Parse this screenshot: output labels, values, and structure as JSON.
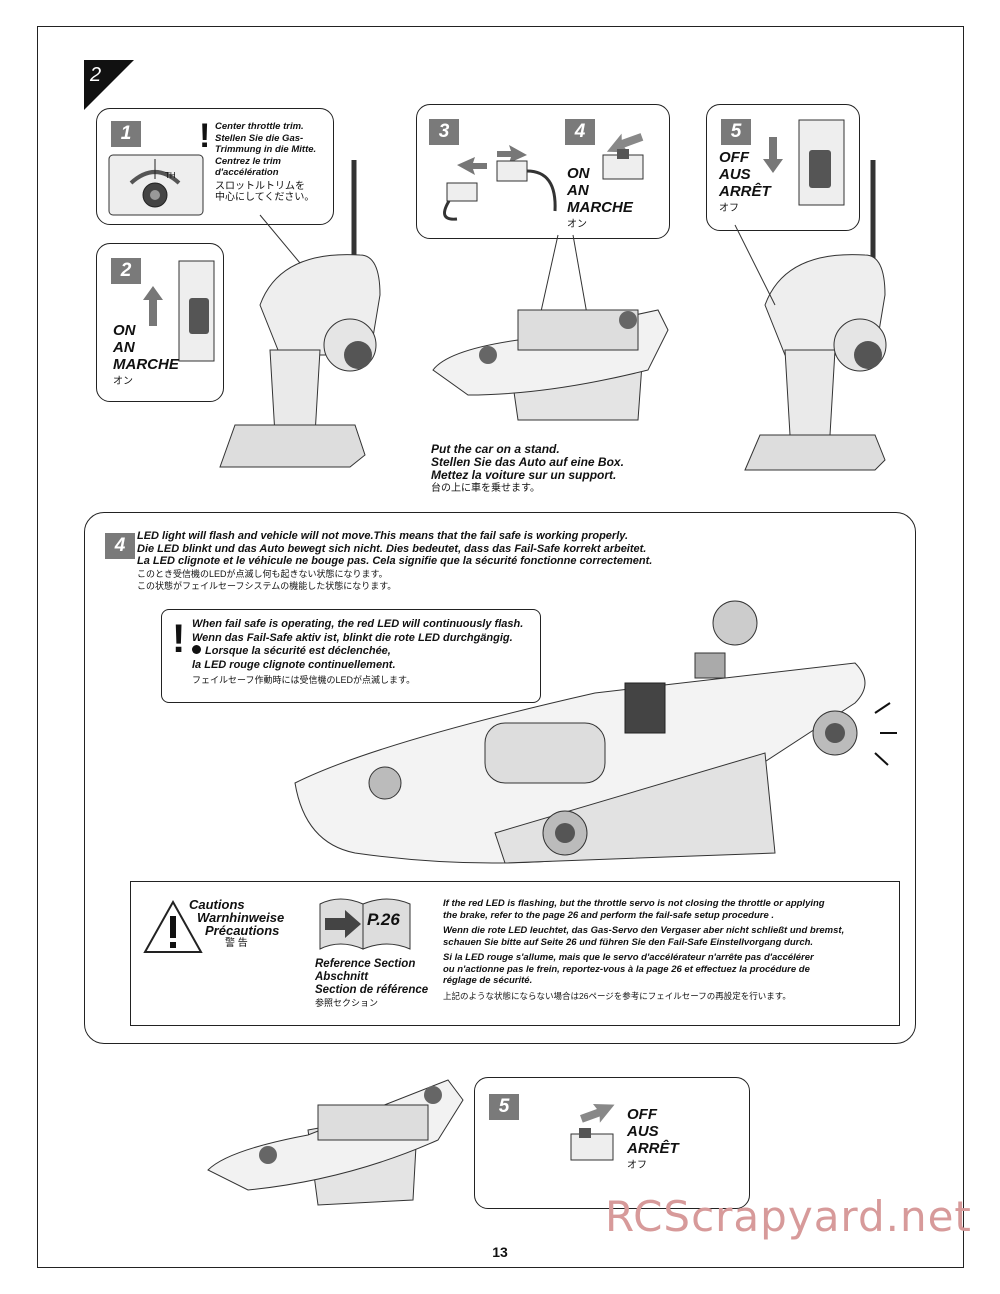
{
  "section_number": "2",
  "steps_top": {
    "step1": {
      "badge": "1",
      "lines": [
        "Center throttle trim.",
        "Stellen Sie die Gas-",
        "Trimmung in die Mitte.",
        "Centrez le trim",
        "d'accélération"
      ],
      "jp_lines": [
        "スロットルトリムを",
        "中心にしてください。"
      ],
      "dial_label": "TH"
    },
    "step2": {
      "badge": "2",
      "lines": [
        "ON",
        "AN",
        "MARCHE"
      ],
      "jp": "オン"
    },
    "step3": {
      "badge": "3"
    },
    "step4": {
      "badge": "4",
      "lines": [
        "ON",
        "AN",
        "MARCHE"
      ],
      "jp": "オン"
    },
    "step5": {
      "badge": "5",
      "lines": [
        "OFF",
        "AUS",
        "ARRÊT"
      ],
      "jp": "オフ"
    },
    "stand_caption": {
      "lines": [
        "Put the car on a stand.",
        "Stellen Sie das Auto auf eine Box.",
        "Mettez la voiture sur un support."
      ],
      "jp": "台の上に車を乗せます。"
    }
  },
  "step4_box": {
    "badge": "4",
    "lines": [
      "LED light will flash and vehicle will not move.This means that the fail safe is working properly.",
      "Die LED blinkt und das Auto bewegt sich nicht. Dies bedeutet, dass das Fail-Safe korrekt arbeitet.",
      "La LED clignote et le véhicule ne bouge pas. Cela signifie que la sécurité fonctionne correctement."
    ],
    "jp_lines": [
      "このとき受信機のLEDが点滅し何も起きない状態になります。",
      "この状態がフェイルセーフシステムの機能した状態になります。"
    ],
    "note": {
      "lines": [
        "When fail safe is operating, the red LED will continuously flash.",
        "Wenn das Fail-Safe aktiv ist, blinkt die rote LED durchgängig.",
        "Lorsque la sécurité est déclenchée,",
        "la LED rouge clignote continuellement."
      ],
      "jp": "フェイルセーフ作動時には受信機のLEDが点滅します。"
    },
    "cautions": {
      "title_lines": [
        "Cautions",
        "Warnhinweise",
        "Précautions"
      ],
      "title_jp": "警 告",
      "ref_page": "P.26",
      "ref_lines": [
        "Reference Section",
        "Abschnitt",
        "Section de référence"
      ],
      "ref_jp": "参照セクション",
      "body": [
        [
          "If the red LED is flashing, but the throttle servo is not closing the throttle or applying",
          "the brake, refer to the page 26 and perform the fail-safe setup procedure ."
        ],
        [
          "Wenn die rote LED leuchtet, das Gas-Servo den Vergaser aber nicht schließt und bremst,",
          "schauen Sie bitte auf Seite 26 und führen Sie den Fail-Safe Einstellvorgang durch."
        ],
        [
          "Si la LED rouge s'allume, mais que le servo d'accélérateur n'arrête pas d'accélérer",
          "ou n'actionne pas le frein, reportez-vous à la page 26 et effectuez la procédure de",
          "réglage de sécurité."
        ],
        [
          "上記のような状態にならない場合は26ページを参考にフェイルセーフの再設定を行います。"
        ]
      ]
    }
  },
  "step5_bottom": {
    "badge": "5",
    "lines": [
      "OFF",
      "AUS",
      "ARRÊT"
    ],
    "jp": "オフ"
  },
  "page_number": "13",
  "watermark": "RCScrapyard.net"
}
